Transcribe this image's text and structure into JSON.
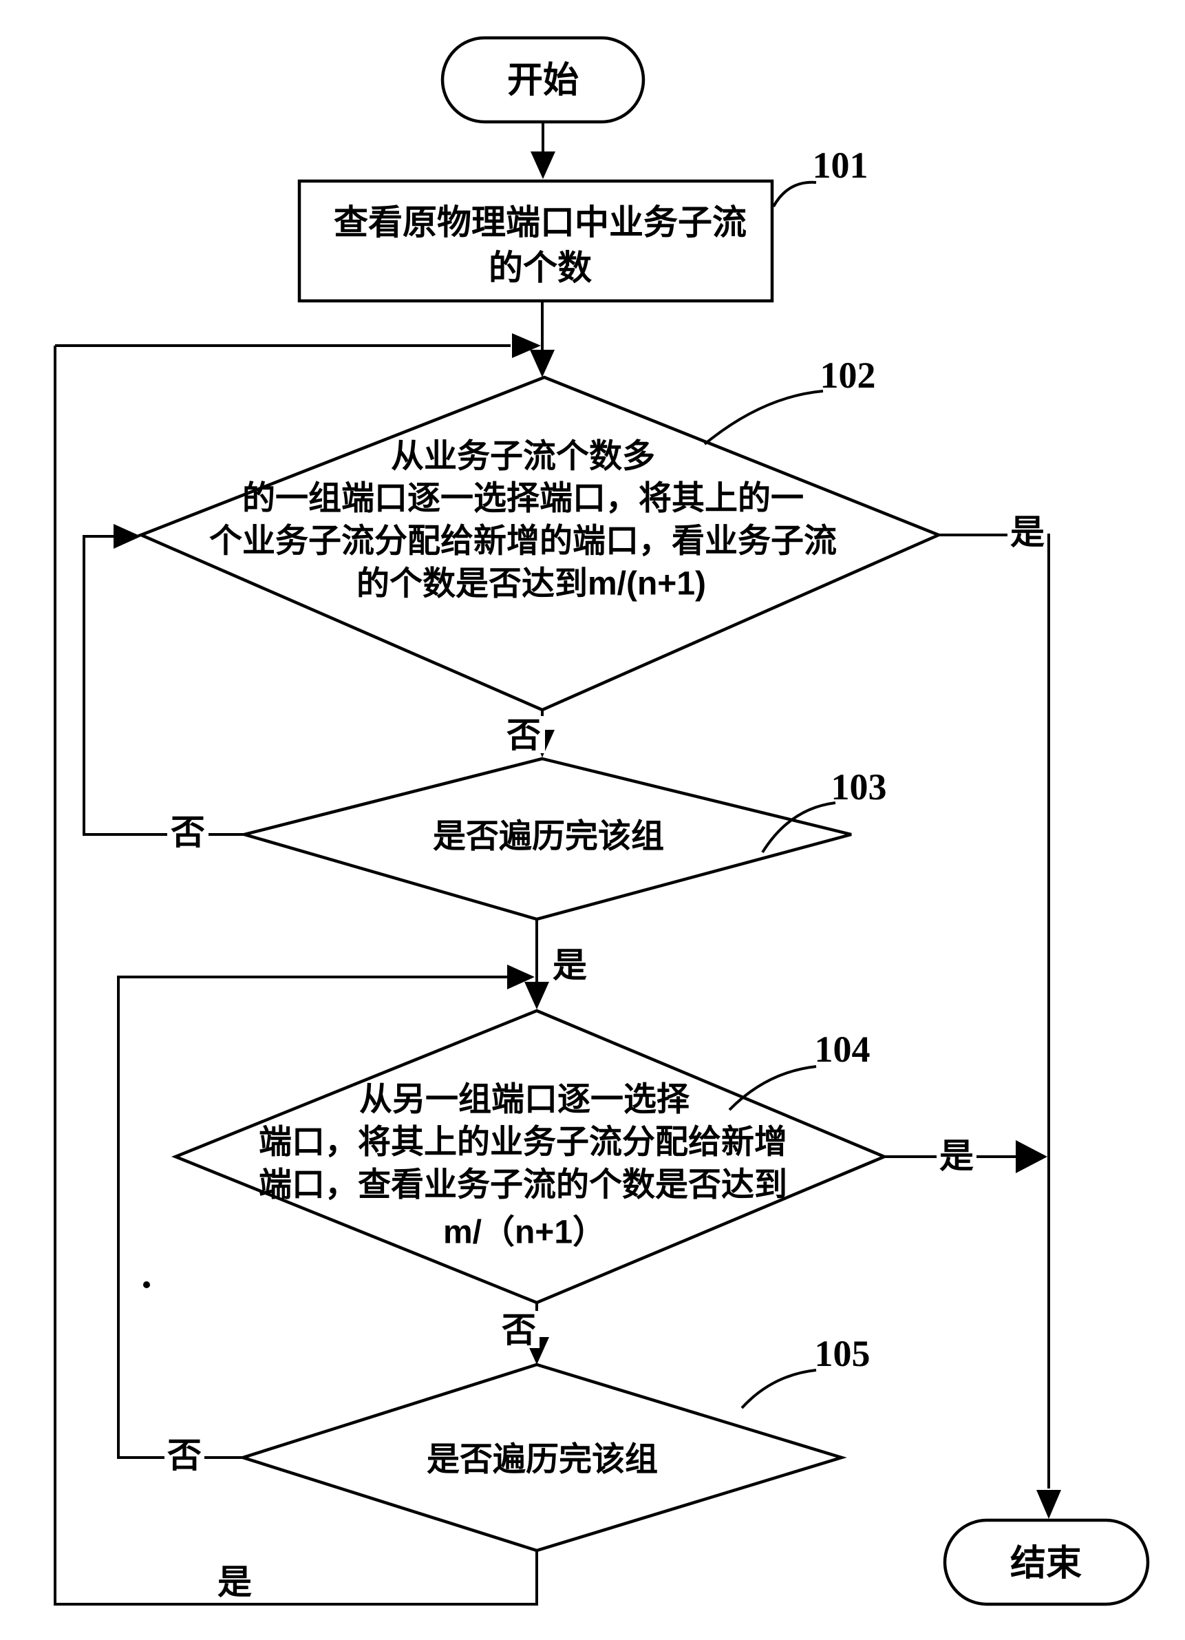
{
  "figure": {
    "background": "#ffffff",
    "line_color": "#000000"
  },
  "nodes": {
    "start": {
      "label": "开始"
    },
    "step101": {
      "ref": "101",
      "lines": [
        "查看原物理端口中业务子流",
        "的个数"
      ]
    },
    "decision102": {
      "ref": "102",
      "lines": [
        "从业务子流个数多",
        "的一组端口逐一选择端口，将其上的一",
        "个业务子流分配给新增的端口，看业务子流",
        "的个数是否达到m/(n+1)"
      ]
    },
    "decision103": {
      "ref": "103",
      "label": "是否遍历完该组"
    },
    "decision104": {
      "ref": "104",
      "lines": [
        "从另一组端口逐一选择",
        "端口，将其上的业务子流分配给新增",
        "端口，查看业务子流的个数是否达到",
        "m/（n+1）"
      ]
    },
    "decision105": {
      "ref": "105",
      "label": "是否遍历完该组"
    },
    "end": {
      "label": "结束"
    }
  },
  "edge_labels": {
    "e102_yes": "是",
    "e102_no": "否",
    "e103_yes": "是",
    "e103_no": "否",
    "e104_yes": "是",
    "e104_no": "否",
    "e105_yes": "是",
    "e105_no": "否"
  }
}
